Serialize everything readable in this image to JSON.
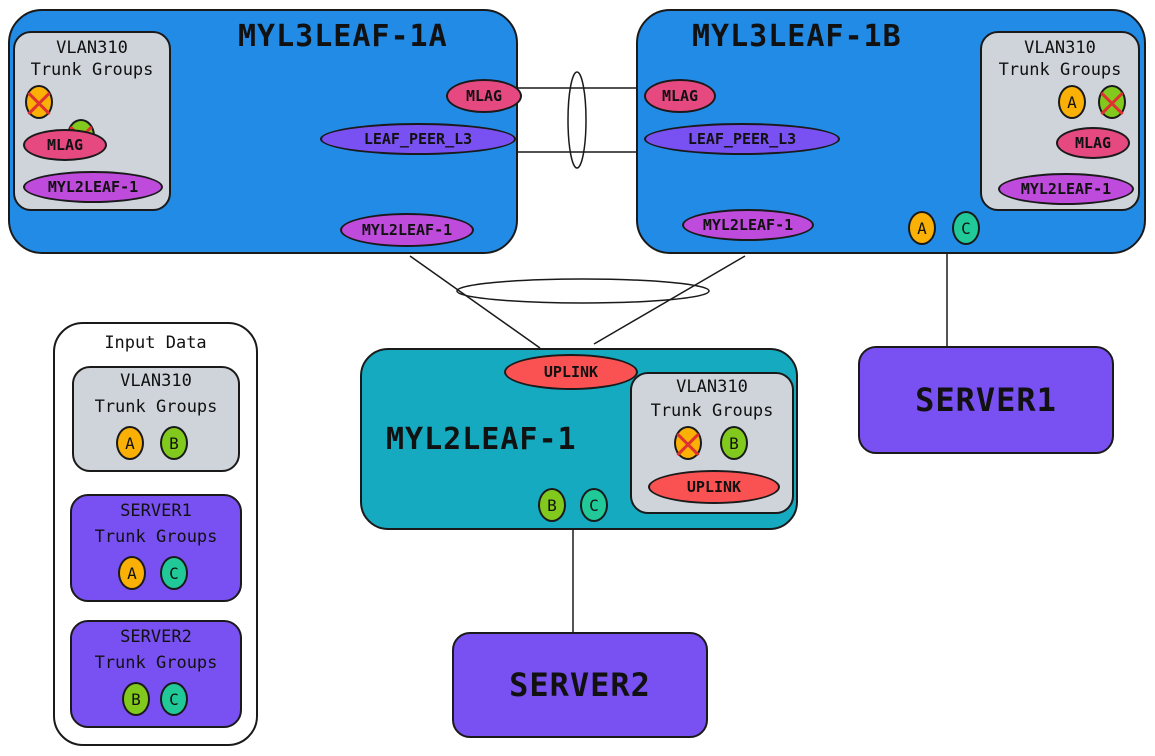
{
  "colors": {
    "leaf": "#228be6",
    "l2leaf": "#15aabf",
    "server": "#7950f2",
    "trunk_box": "#ced4da",
    "mlag": "#e64980",
    "peer": "#7950f2",
    "l2": "#be4bdb",
    "uplink": "#fa5252",
    "a": "#fab005",
    "b": "#82c91e",
    "c": "#20c997",
    "cross": "#e03131"
  },
  "leaf1a": {
    "title": "MYL3LEAF-1A",
    "tg": {
      "vlan": "VLAN310",
      "label": "Trunk Groups",
      "groups": [
        "MLAG",
        "MYL2LEAF-1"
      ]
    },
    "ports": {
      "mlag": "MLAG",
      "peer": "LEAF_PEER_L3",
      "down": "MYL2LEAF-1"
    }
  },
  "leaf1b": {
    "title": "MYL3LEAF-1B",
    "tg": {
      "vlan": "VLAN310",
      "label": "Trunk Groups",
      "chip_a": "A",
      "groups": [
        "MLAG",
        "MYL2LEAF-1"
      ]
    },
    "ports": {
      "mlag": "MLAG",
      "peer": "LEAF_PEER_L3",
      "down": "MYL2LEAF-1",
      "chip_a": "A",
      "chip_c": "C"
    }
  },
  "l2leaf": {
    "title": "MYL2LEAF-1",
    "uplink": "UPLINK",
    "tg": {
      "vlan": "VLAN310",
      "label": "Trunk Groups",
      "chip_b": "B",
      "group": "UPLINK"
    },
    "chip_b": "B",
    "chip_c": "C"
  },
  "server1": {
    "title": "SERVER1"
  },
  "server2": {
    "title": "SERVER2"
  },
  "input_data": {
    "title": "Input Data",
    "vlan": {
      "title": "VLAN310",
      "label": "Trunk Groups",
      "chips": [
        "A",
        "B"
      ]
    },
    "server1": {
      "title": "SERVER1",
      "label": "Trunk Groups",
      "chips": [
        "A",
        "C"
      ]
    },
    "server2": {
      "title": "SERVER2",
      "label": "Trunk Groups",
      "chips": [
        "B",
        "C"
      ]
    }
  }
}
